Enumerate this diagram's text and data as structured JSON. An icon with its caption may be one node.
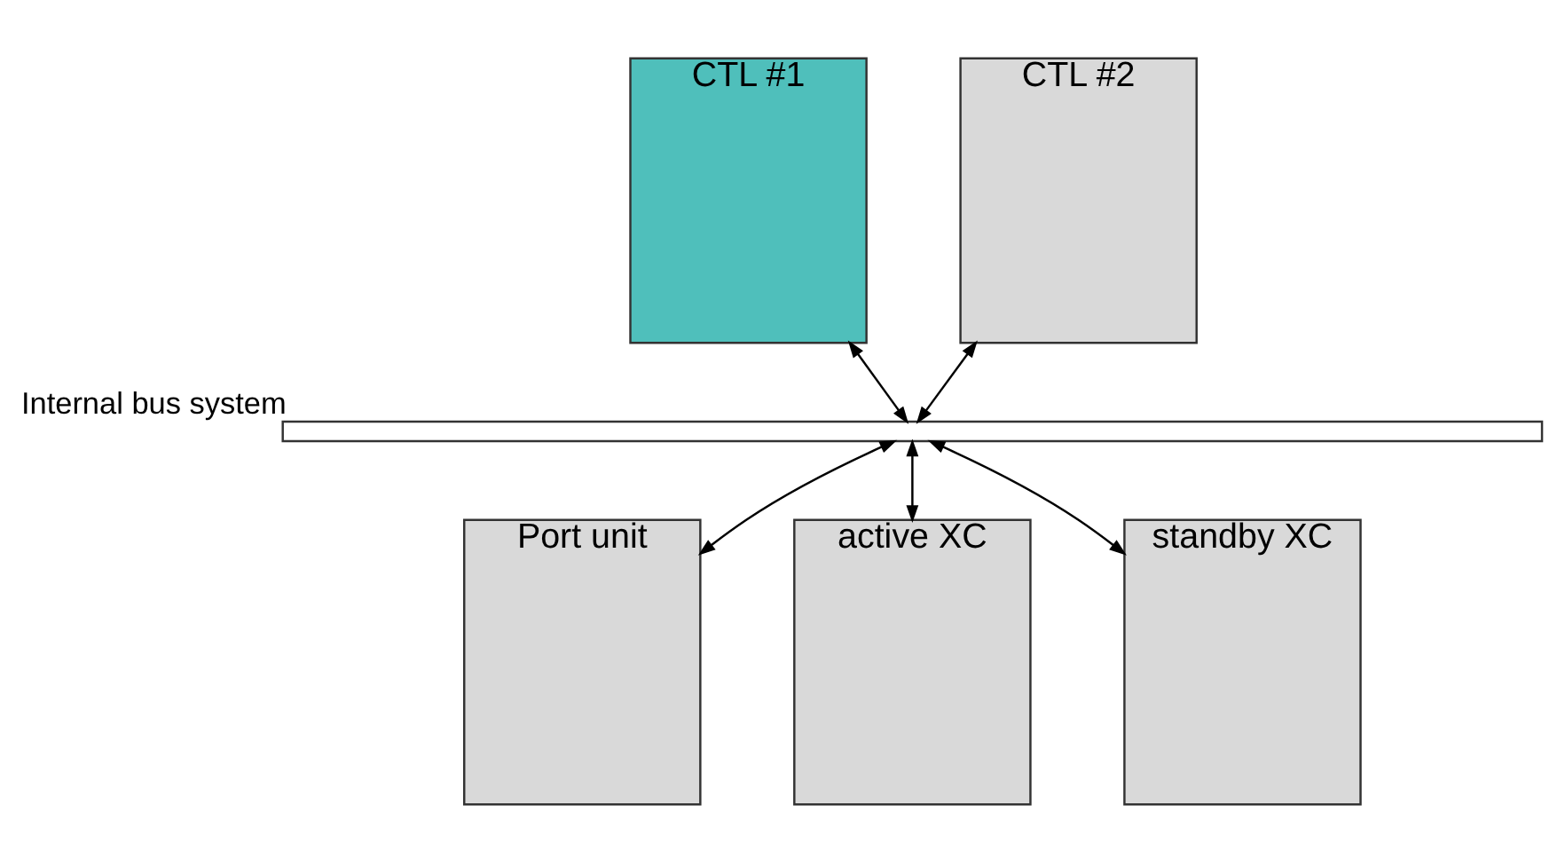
{
  "diagram": {
    "nodes": [
      {
        "text": [
          "CTL #1"
        ]
      },
      {
        "text": [
          "CTL #2"
        ]
      },
      {
        "text": [],
        "shape": "bar",
        "beside": [
          "Internal bus system"
        ]
      },
      {
        "text": [
          "Port unit"
        ]
      },
      {
        "text": [
          "active XC"
        ]
      },
      {
        "text": [
          "standby XC"
        ]
      }
    ],
    "edges": [
      {
        "from": 0,
        "to": 2,
        "arrow": "both"
      },
      {
        "from": 1,
        "to": 2,
        "arrow": "both"
      },
      {
        "from": 2,
        "to": 3,
        "arrow": "both"
      },
      {
        "from": 2,
        "to": 4,
        "arrow": "both"
      },
      {
        "from": 2,
        "to": 5,
        "arrow": "both"
      }
    ]
  }
}
